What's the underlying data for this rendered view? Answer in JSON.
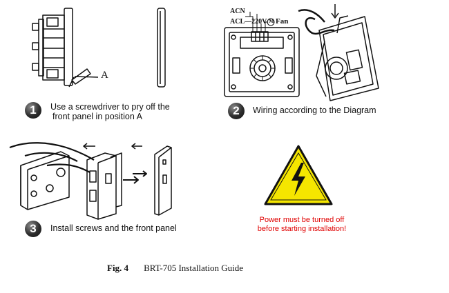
{
  "steps": [
    {
      "number": "1",
      "line1": "Use a screwdriver to pry off the",
      "line2": "front panel in position A"
    },
    {
      "number": "2",
      "line1": "Wiring according to the Diagram"
    },
    {
      "number": "3",
      "line1": "Install screws and the front panel"
    }
  ],
  "labels": {
    "position_a": "A",
    "acn": "ACN",
    "acl": "ACL—220V",
    "motor": "M",
    "fan": "Fan"
  },
  "warning": {
    "line1": "Power must be turned off",
    "line2": "before starting installation!",
    "color": "#e00000",
    "icon": "high-voltage-warning-icon",
    "triangle_color": "#f5e600"
  },
  "caption": {
    "fig": "Fig. 4",
    "title": "BRT-705 Installation Guide"
  }
}
